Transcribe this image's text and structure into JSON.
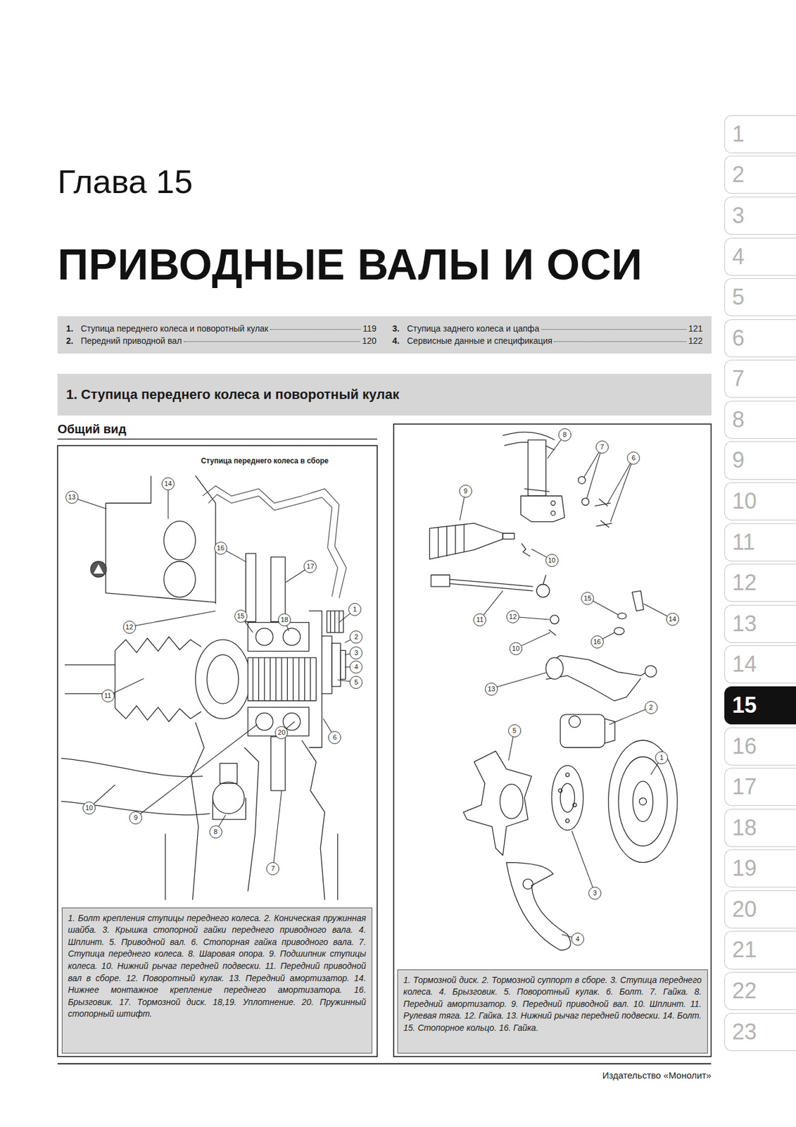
{
  "diagram": {
    "title": "ПРИВОДНЫЕ ВАЛЫ И ОСИ",
    "nodes": [
      {
        "text": [
          "1.",
          "Ступица переднего колеса и поворотный кулак",
          "119",
          "2.",
          "Передний приводной вал",
          "120",
          "3.",
          "Ступица заднего колеса и цапфа",
          "121",
          "4.",
          "Сервисные данные и спецификация",
          "122"
        ]
      },
      {
        "text": [
          "1. Ступица переднего колеса и поворотный кулак"
        ]
      },
      {
        "text": [
          "14"
        ]
      },
      {
        "text": [
          "13"
        ]
      },
      {
        "text": [
          "16"
        ]
      },
      {
        "text": [
          "17"
        ]
      },
      {
        "text": [
          "1"
        ]
      },
      {
        "text": [
          "15"
        ]
      },
      {
        "text": [
          "18"
        ]
      },
      {
        "text": [
          "12"
        ]
      },
      {
        "text": [
          "2"
        ]
      },
      {
        "text": [
          "3"
        ]
      },
      {
        "text": [
          "4"
        ]
      },
      {
        "text": [
          "5"
        ]
      },
      {
        "text": [
          "11"
        ]
      },
      {
        "text": [
          "20"
        ]
      },
      {
        "text": [
          "6"
        ]
      },
      {
        "text": [
          "10"
        ]
      },
      {
        "text": [
          "9"
        ]
      },
      {
        "text": [
          "8"
        ]
      },
      {
        "text": [
          "7"
        ]
      },
      {
        "text": [
          "1. Болт крепления ступицы переднего колеса. 2. Коническая пружинная шайба. 3. Крышка стопорной гайки переднего приводного вала. 4. Шплинт. 5. Приводной вал. 6. Стопорная гайка приводного вала. 7. Ступица переднего колеса. 8. Шаровая опора. 9. Подшипник ступицы колеса. 10. Нижний рычаг передней подвески. 11. Передний приводной вал в сборе. 12. Поворотный кулак. 13. Передний амортизатор. 14. Нижнее монтажное крепление переднего амортизатора. 16. Брызговик. 17. Тормозной диск. 18,19. Уплотнение. 20. Пружинный стопорный штифт."
        ]
      },
      {
        "text": [
          "8"
        ]
      },
      {
        "text": [
          "7"
        ]
      },
      {
        "text": [
          "6"
        ]
      },
      {
        "text": [
          "9"
        ]
      },
      {
        "text": [
          "10"
        ]
      },
      {
        "text": [
          "15"
        ]
      },
      {
        "text": [
          "12"
        ]
      },
      {
        "text": [
          "14"
        ]
      },
      {
        "text": [
          "11"
        ]
      },
      {
        "text": [
          "16"
        ]
      },
      {
        "text": [
          "10"
        ]
      },
      {
        "text": [
          "13"
        ]
      },
      {
        "text": [
          "2"
        ]
      },
      {
        "text": [
          "5"
        ]
      },
      {
        "text": [
          "1"
        ]
      },
      {
        "text": [
          "3"
        ]
      },
      {
        "text": [
          "4"
        ]
      },
      {
        "text": [
          "1. Тормозной диск. 2. Тормозной суппорт в сборе. 3. Ступица переднего колеса. 4. Брызговик. 5. Поворотный кулак. 6. Болт. 7. Гайка. 8. Передний амортизатор. 9. Передний приводной вал. 10. Шплинт. 11. Рулевая тяга. 12. Гайка. 13. Нижний рычаг передней подвески. 14. Болт. 15. Стопорное кольцо. 16. Гайка."
        ]
      },
      {
        "text": [
          "1"
        ]
      },
      {
        "text": [
          "2"
        ]
      },
      {
        "text": [
          "3"
        ]
      },
      {
        "text": [
          "4"
        ]
      },
      {
        "text": [
          "5"
        ]
      },
      {
        "text": [
          "6"
        ]
      },
      {
        "text": [
          "7"
        ]
      },
      {
        "text": [
          "8"
        ]
      },
      {
        "text": [
          "9"
        ]
      },
      {
        "text": [
          "10"
        ]
      },
      {
        "text": [
          "11"
        ]
      },
      {
        "text": [
          "12"
        ]
      },
      {
        "text": [
          "13"
        ]
      },
      {
        "text": [
          "14"
        ]
      },
      {
        "text": [
          "15"
        ]
      },
      {
        "text": [
          "16"
        ]
      },
      {
        "text": [
          "17"
        ]
      },
      {
        "text": [
          "18"
        ]
      },
      {
        "text": [
          "19"
        ]
      },
      {
        "text": [
          "20"
        ]
      },
      {
        "text": [
          "21"
        ]
      },
      {
        "text": [
          "22"
        ]
      },
      {
        "text": [
          "23"
        ]
      }
    ],
    "labels": [
      "Глава 15",
      "Общий вид",
      "Ступица переднего колеса в сборе",
      "Издательство «Монолит»"
    ]
  }
}
